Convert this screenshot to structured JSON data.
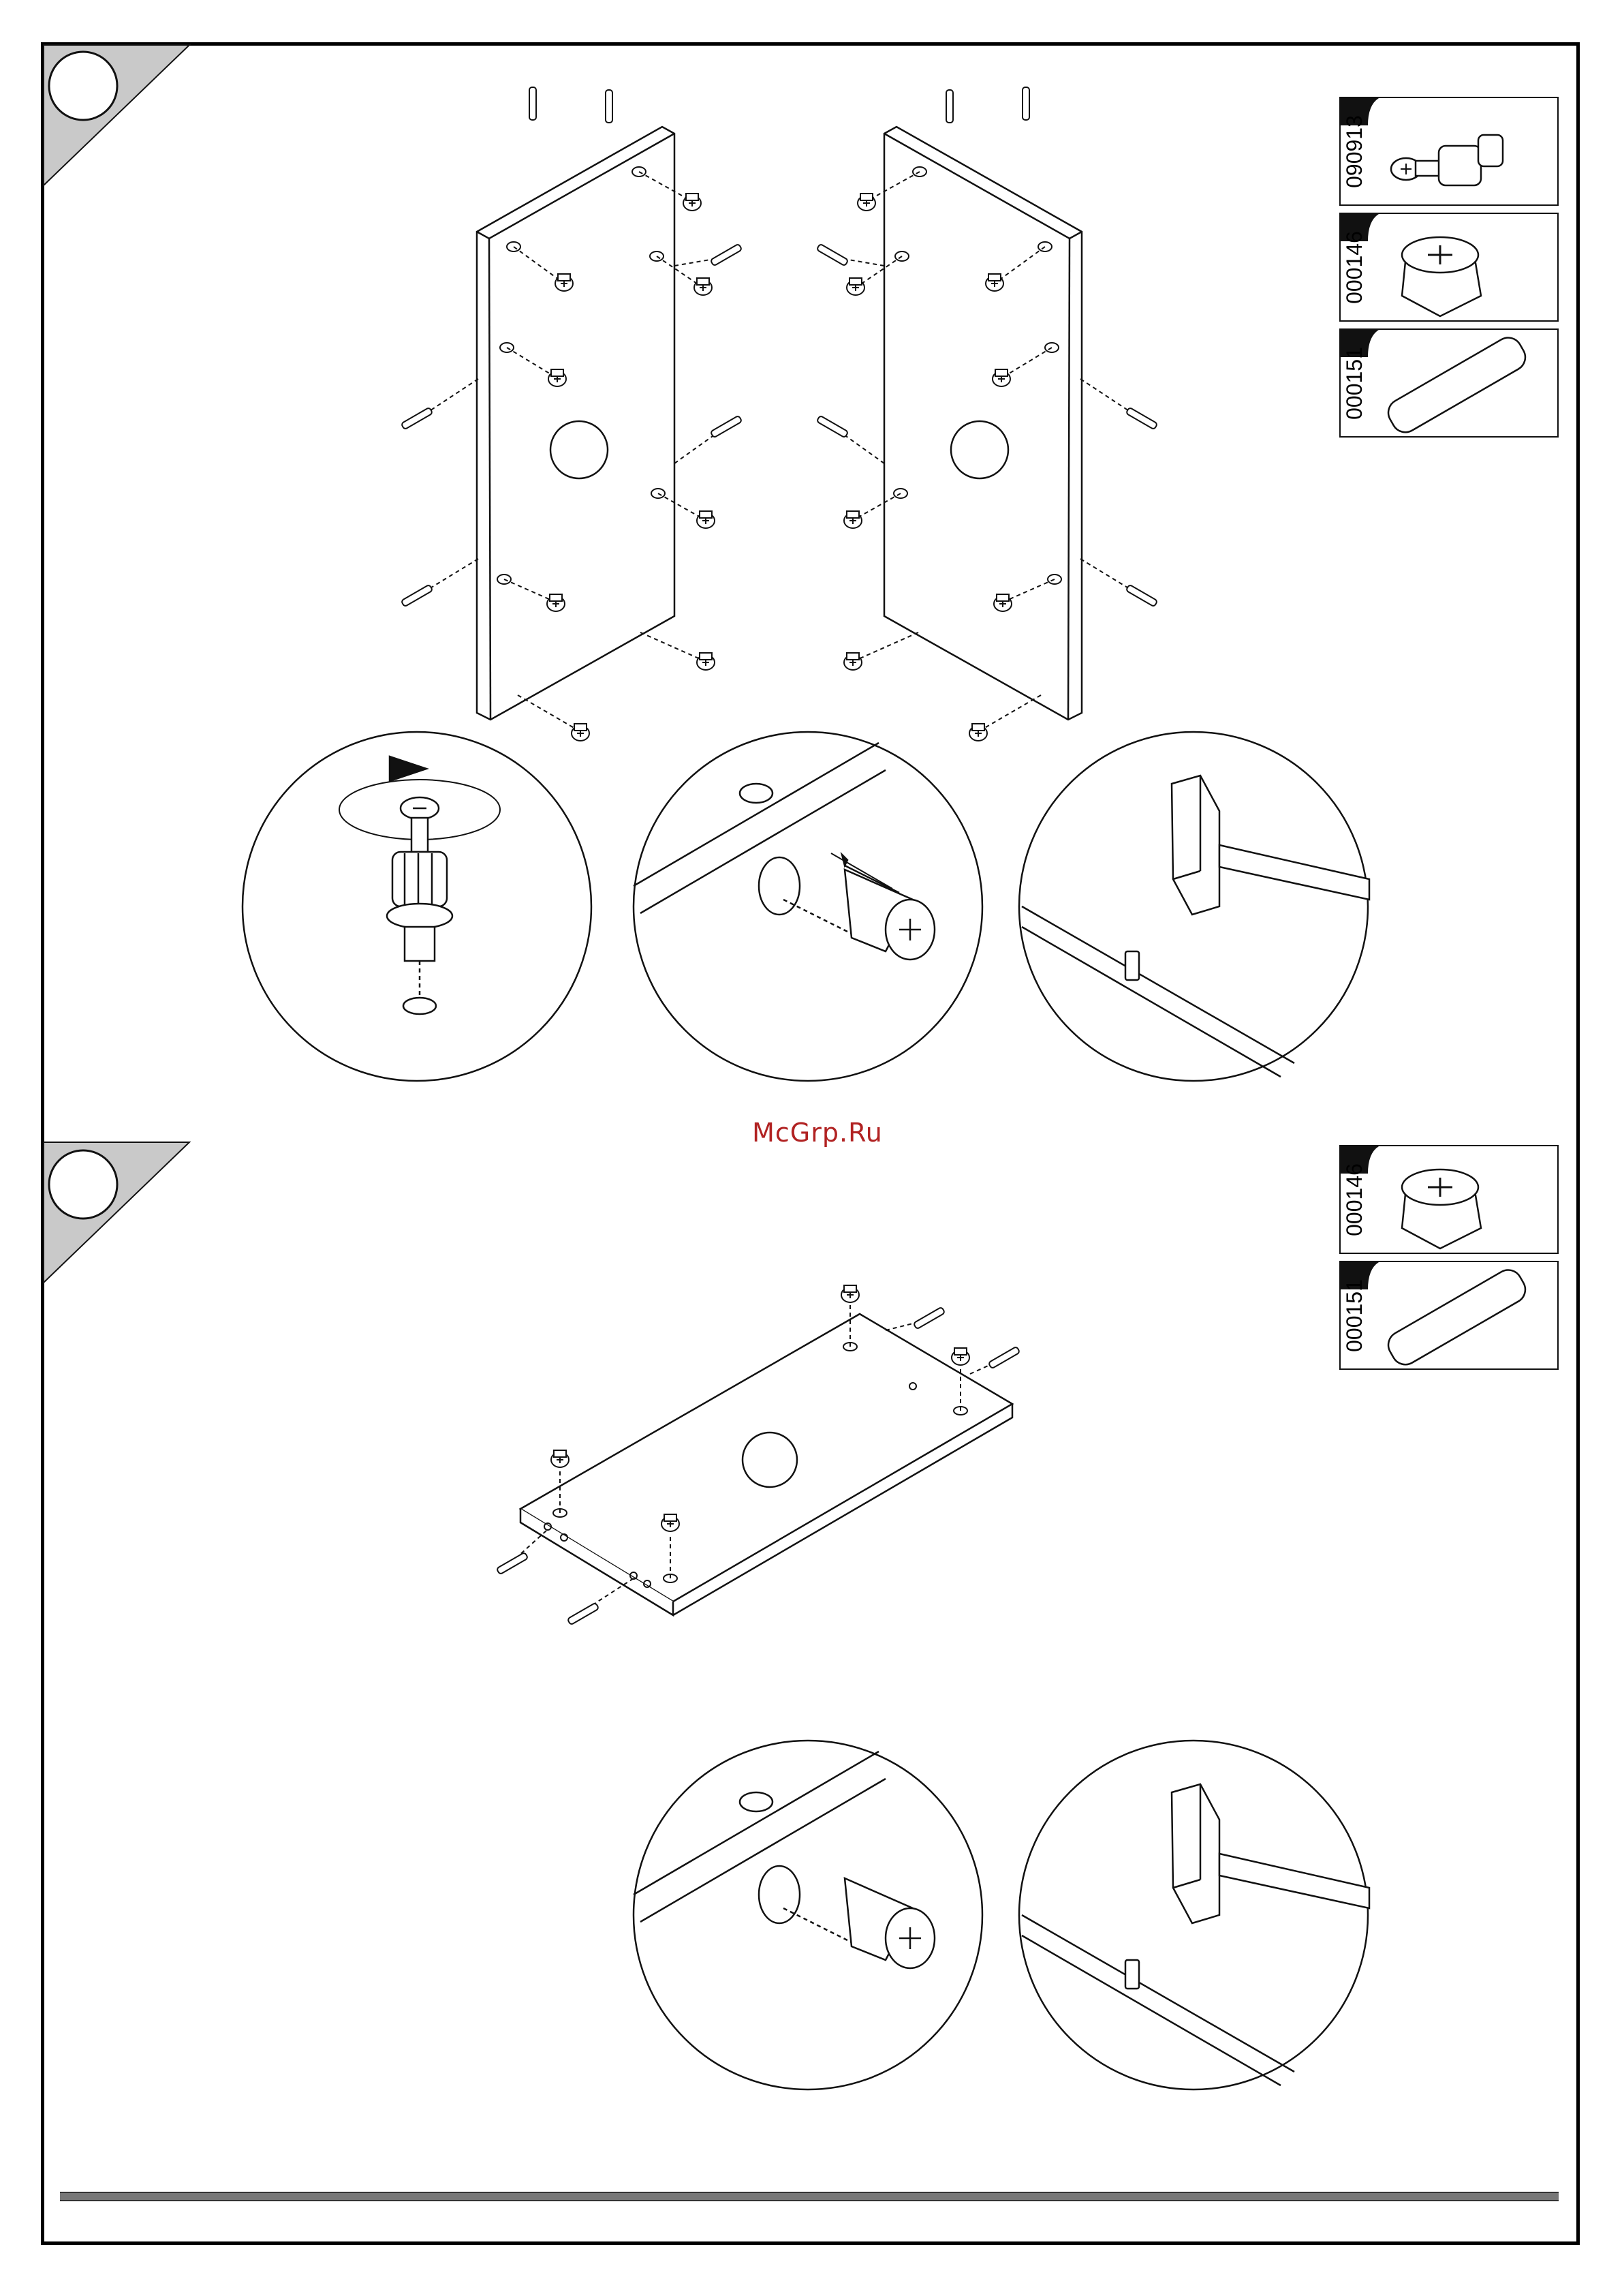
{
  "watermark": "McGrp.Ru",
  "colors": {
    "line": "#111111",
    "watermark": "#b12222",
    "step_tab": "#bdbdbd",
    "footer_bar": "#777777"
  },
  "step1": {
    "parts": [
      {
        "code": "090913",
        "icon": "cam-bolt-icon"
      },
      {
        "code": "000146",
        "icon": "cam-lock-icon"
      },
      {
        "code": "000151",
        "icon": "wood-dowel-icon"
      }
    ],
    "details": [
      "screw-in-cam-bolt-detail",
      "insert-cam-lock-detail",
      "hammer-dowel-detail"
    ]
  },
  "step2": {
    "parts": [
      {
        "code": "000146",
        "icon": "cam-lock-icon"
      },
      {
        "code": "000151",
        "icon": "wood-dowel-icon"
      }
    ],
    "details": [
      "insert-cam-lock-detail",
      "hammer-dowel-detail"
    ]
  }
}
